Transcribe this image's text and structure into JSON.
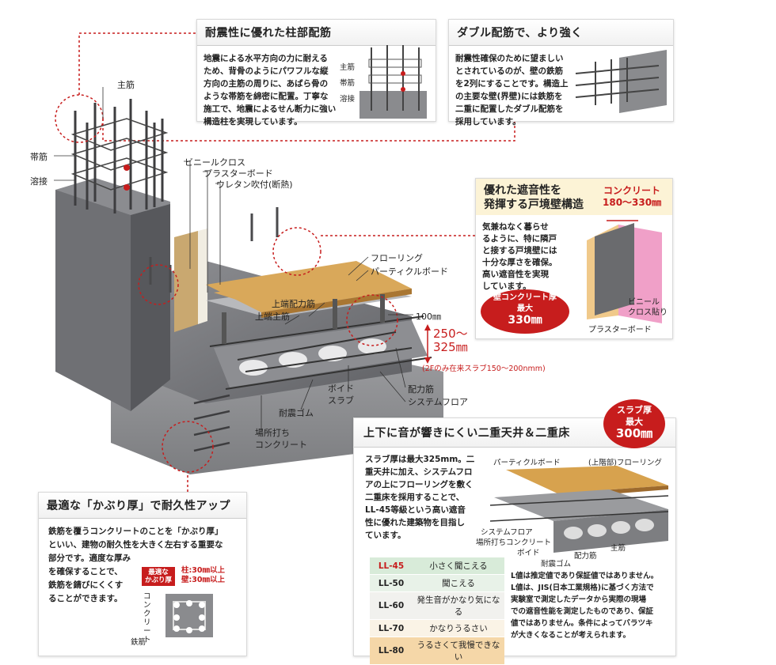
{
  "colors": {
    "accent": "#c71d1d",
    "concrete": "#77787c",
    "wood": "#d7a24e",
    "tableGreen": "#d8ebd9",
    "tableOrange": "#f5d7a8"
  },
  "column": {
    "title": "耐震性に優れた柱部配筋",
    "body": [
      "地震による水平方向の力に耐える",
      "ため、背骨のようにパワフルな縦",
      "方向の主筋の周りに、あばら骨の",
      "ような帯筋を綿密に配置。丁寧な",
      "施工で、地震によるせん断力に強い",
      "構造柱を実現しています。"
    ],
    "legend": [
      "主筋",
      "帯筋",
      "溶接"
    ]
  },
  "double": {
    "title": "ダブル配筋で、より強く",
    "body": [
      "耐震性確保のために望ましい",
      "とされているのが、壁の鉄筋",
      "を2列にすることです。構造上",
      "の主要な壁(界壁)には鉄筋を",
      "二重に配置したダブル配筋を",
      "採用しています。"
    ]
  },
  "sound": {
    "title": [
      "優れた遮音性を",
      "発揮する戸境壁構造"
    ],
    "concrete_label": "コンクリート",
    "concrete_range": "180〜330㎜",
    "body": [
      "気兼ねなく暮らせ",
      "るように、特に隣戸",
      "と接する戸境壁には",
      "十分な厚さを確保。",
      "高い遮音性を実現",
      "しています。"
    ],
    "badge": [
      "壁コンクリート厚",
      "最大",
      "330㎜"
    ],
    "vinyl": [
      "ビニール",
      "クロス貼り"
    ],
    "plaster": "プラスターボード"
  },
  "main": {
    "labels": {
      "main_rebar": "主筋",
      "hoop": "帯筋",
      "weld": "溶接",
      "vinyl": "ビニールクロス",
      "plaster": "プラスターボード",
      "urethane": "ウレタン吹付(断熱)",
      "flooring": "フローリング",
      "particle": "パーティクルボード",
      "upper_dist": "上端配力筋",
      "upper_main": "上端主筋",
      "thick100": "100㎜",
      "thick_range": [
        "250〜",
        "325㎜"
      ],
      "thick_note": "(2Fのみ在来スラブ150〜200nmm)",
      "dist": "配力筋",
      "system_floor": "システムフロア",
      "void": [
        "ボイド",
        "スラブ"
      ],
      "rubber": "耐震ゴム",
      "cast": [
        "場所打ち",
        "コンクリート"
      ]
    }
  },
  "ceiling": {
    "title": "上下に音が響きにくい二重天井＆二重床",
    "badge": [
      "スラブ厚",
      "最大",
      "300㎜"
    ],
    "body": [
      "スラブ厚は最大325mm。二",
      "重天井に加え、システムフロ",
      "アの上にフローリングを敷く",
      "二重床を採用することで、",
      "LL-45等級という高い遮音",
      "性に優れた建築物を目指し",
      "ています。"
    ],
    "labels": {
      "particle": "パーティクルボード",
      "flooring": "(上階部)フローリング",
      "system": "システムフロア",
      "cast": "場所打ちコンクリート",
      "void": "ボイド",
      "rubber": "耐震ゴム",
      "dist": "配力筋",
      "main": "主筋"
    },
    "table": [
      {
        "k": "LL-45",
        "v": "小さく聞こえる"
      },
      {
        "k": "LL-50",
        "v": "聞こえる"
      },
      {
        "k": "LL-60",
        "v": "発生音がかなり気になる"
      },
      {
        "k": "LL-70",
        "v": "かなりうるさい"
      },
      {
        "k": "LL-80",
        "v": "うるさくて我慢できない"
      }
    ],
    "note": [
      "L値は推定値であり保証値ではありません。",
      "L値は、JIS(日本工業規格)に基づく方法で",
      "実験室で測定したデータから実際の現場",
      "での遮音性能を測定したものであり、保証",
      "値ではありません。条件によってバラツキ",
      "が大きくなることが考えられます。"
    ]
  },
  "cover": {
    "title": "最適な「かぶり厚」で耐久性アップ",
    "body": [
      "鉄筋を覆うコンクリートのことを「かぶり厚」",
      "といい、建物の耐久性を大きく左右する重要な",
      "部分です。適度な厚み",
      "を確保することで、",
      "鉄筋を錆びにくくす",
      "ることができます。"
    ],
    "tag": [
      "最適な",
      "かぶり厚"
    ],
    "dims": [
      "柱:30㎜以上",
      "壁:30㎜以上"
    ],
    "concrete": "コンクリート",
    "rebar": "鉄筋"
  }
}
